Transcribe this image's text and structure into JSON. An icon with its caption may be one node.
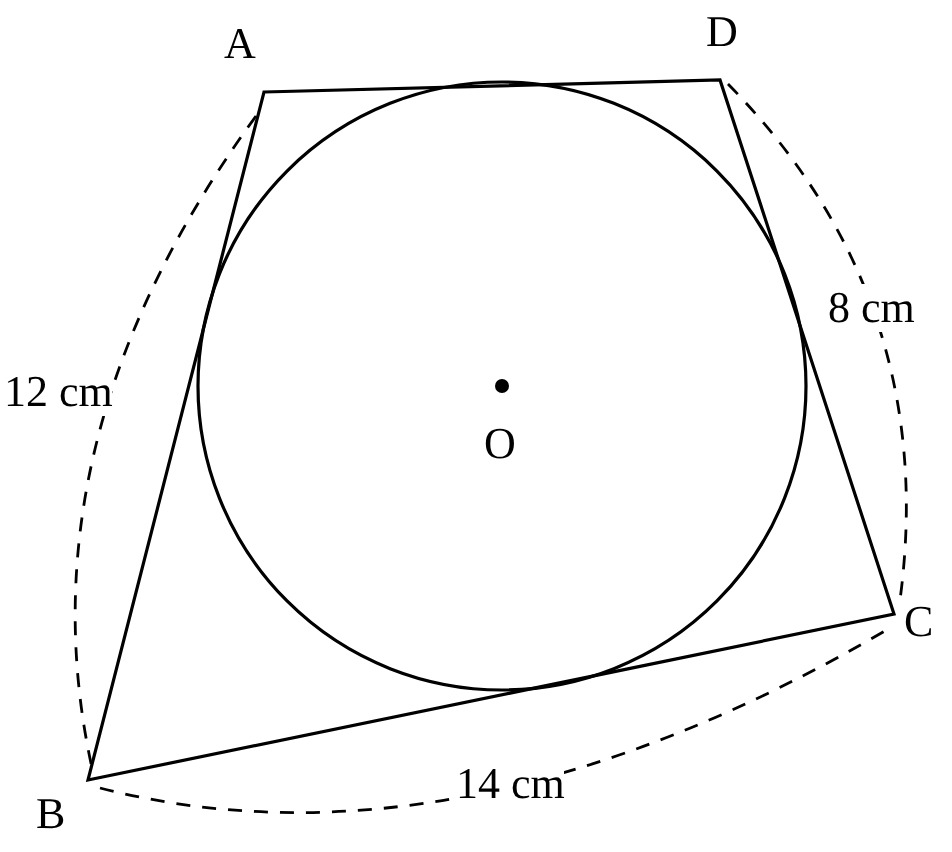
{
  "diagram": {
    "labels": [
      "A",
      "D",
      "8 cm",
      "12 cm",
      "O",
      "C",
      "B",
      "14 cm"
    ]
  }
}
